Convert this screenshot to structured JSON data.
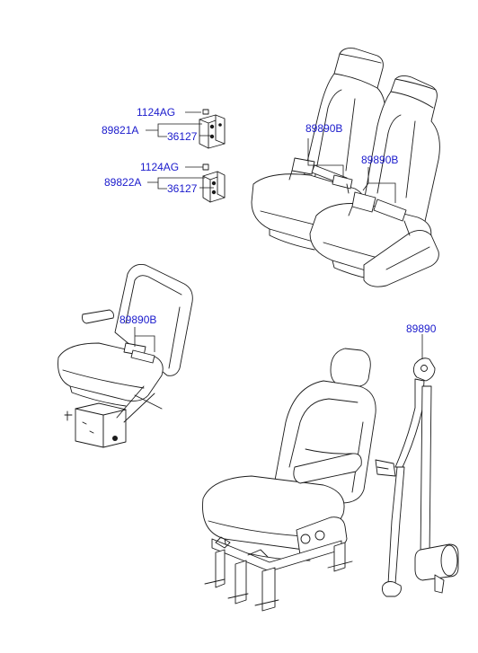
{
  "colors": {
    "label": "#1a1acc",
    "line": "#1a1a1a",
    "background": "#ffffff"
  },
  "labels": {
    "bolt_top": "1124AG",
    "bracket_top": "89821A",
    "nut_top": "36127",
    "bolt_bottom": "1124AG",
    "bracket_bottom": "89822A",
    "nut_bottom": "36127",
    "buckle_left_rear": "89890B",
    "buckle_right_rear": "89890B",
    "buckle_jump_seat": "89890B",
    "retractor_belt": "89890"
  }
}
